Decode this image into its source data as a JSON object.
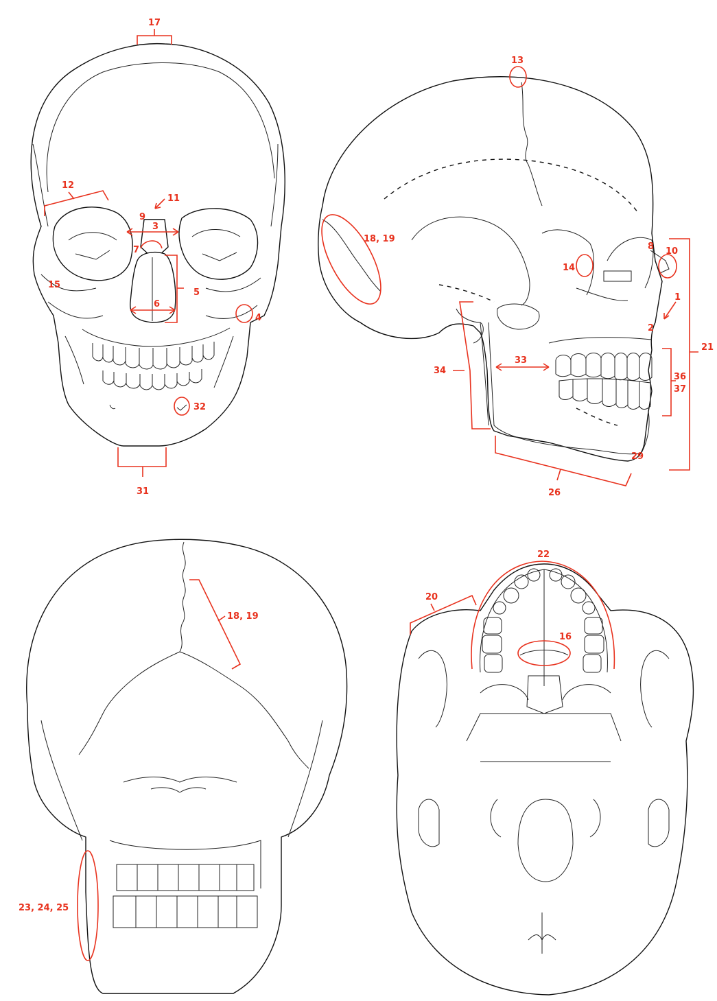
{
  "colors": {
    "annotation": "#e8321e",
    "outline": "#111111",
    "background": "#ffffff"
  },
  "views": {
    "frontal": {
      "labels": {
        "l17": "17",
        "l12": "12",
        "l11": "11",
        "l9": "9",
        "l3": "3",
        "l7": "7",
        "l5": "5",
        "l6": "6",
        "l15": "15",
        "l4": "4",
        "l32": "32",
        "l31": "31"
      }
    },
    "lateral": {
      "labels": {
        "l13": "13",
        "l1819": "18, 19",
        "l14": "14",
        "l8": "8",
        "l10": "10",
        "l1": "1",
        "l2": "2",
        "l21": "21",
        "l34": "34",
        "l33": "33",
        "l36": "36",
        "l37": "37",
        "l29": "29",
        "l26": "26"
      }
    },
    "posterior": {
      "labels": {
        "l1819": "18, 19",
        "l232425": "23, 24, 25"
      }
    },
    "inferior": {
      "labels": {
        "l22": "22",
        "l20": "20",
        "l16": "16"
      }
    }
  }
}
